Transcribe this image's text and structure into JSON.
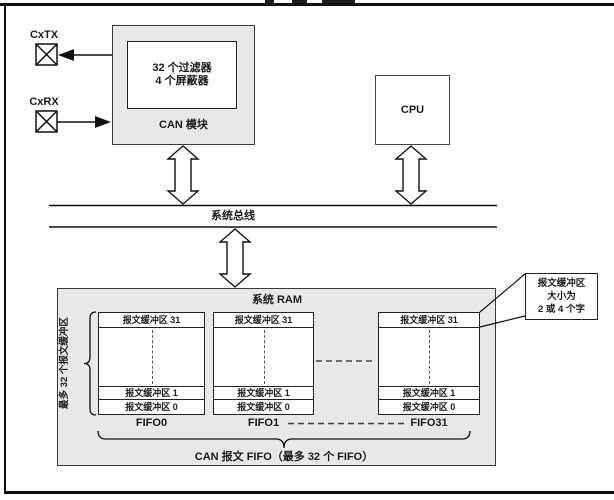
{
  "figure": {
    "can_module": {
      "label": "CAN 模块",
      "filter_line1": "32 个过滤器",
      "filter_line2": "4 个屏蔽器"
    },
    "pins": {
      "tx_label": "CxTX",
      "rx_label": "CxRX"
    },
    "cpu": {
      "label": "CPU"
    },
    "system_bus": {
      "label": "系统总线"
    },
    "system_ram": {
      "label": "系统 RAM",
      "side_label": "最多 32 个报文缓冲区",
      "fifos": [
        {
          "name": "FIFO0",
          "rows": [
            "报文缓冲区 31",
            "报文缓冲区 1",
            "报文缓冲区 0"
          ]
        },
        {
          "name": "FIFO1",
          "rows": [
            "报文缓冲区 31",
            "报文缓冲区 1",
            "报文缓冲区 0"
          ]
        },
        {
          "name": "FIFO31",
          "rows": [
            "报文缓冲区 31",
            "报文缓冲区 1",
            "报文缓冲区 0"
          ]
        }
      ],
      "caption": "CAN 报文 FIFO（最多 32 个 FIFO）"
    },
    "callout": {
      "line1": "报文缓冲区",
      "line2": "大小为",
      "line3": "2 或 4 个字"
    },
    "colors": {
      "module_fill": "#e8e8e8",
      "line": "#111111"
    }
  }
}
